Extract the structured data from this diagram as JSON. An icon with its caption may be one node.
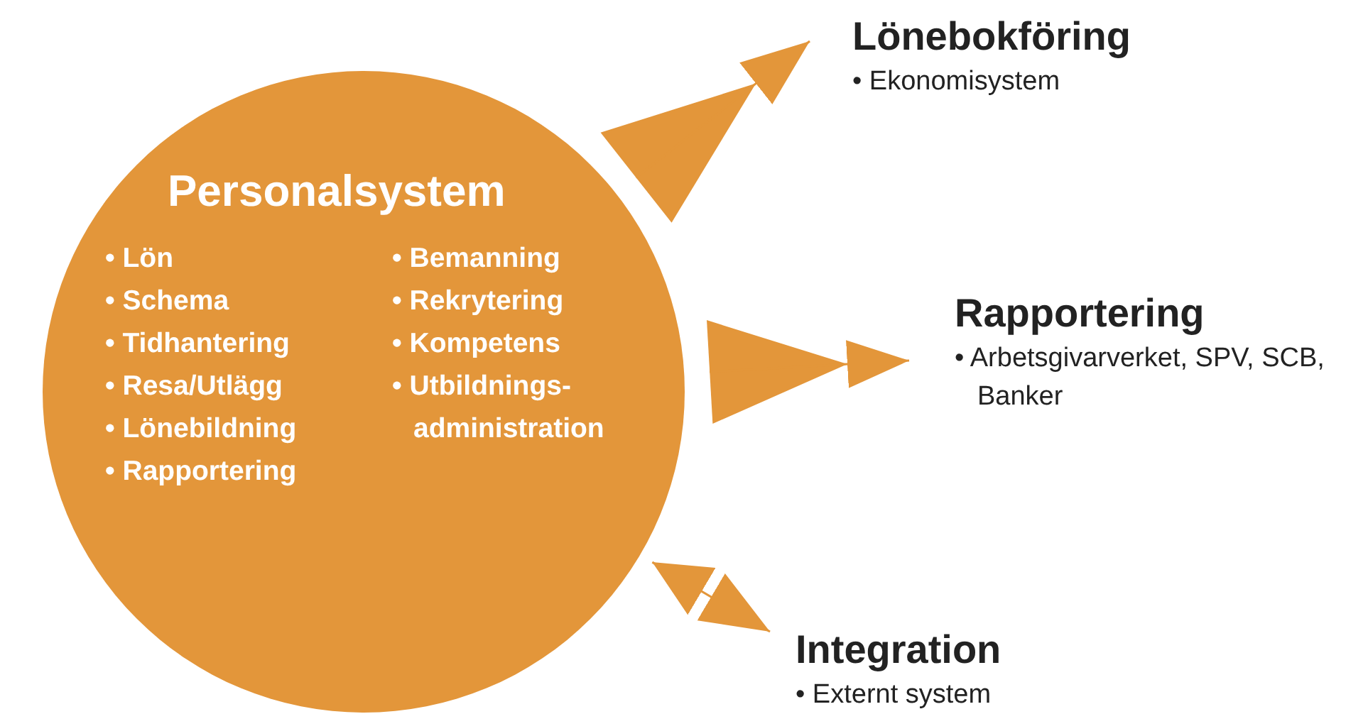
{
  "diagram": {
    "nodes": [
      {
        "text": [
          "Personalsystem",
          "• Lön",
          "• Schema",
          "• Tidhantering",
          "• Resa/Utlägg",
          "• Lönebildning",
          "• Rapportering",
          "• Bemanning",
          "• Rekrytering",
          "• Kompetens",
          "• Utbildnings-administration"
        ]
      },
      {
        "text": [
          "Lönebokföring",
          "• Ekonomisystem"
        ]
      },
      {
        "text": [
          "Rapportering",
          "• Arbetsgivarverket, SPV, SCB, Banker"
        ]
      },
      {
        "text": [
          "Integration",
          "• Externt system"
        ]
      }
    ],
    "edges": [
      {
        "from": 0,
        "to": 1,
        "arrow": "to"
      },
      {
        "from": 0,
        "to": 2,
        "arrow": "to"
      },
      {
        "from": 0,
        "to": 3,
        "arrow": "both"
      }
    ]
  }
}
